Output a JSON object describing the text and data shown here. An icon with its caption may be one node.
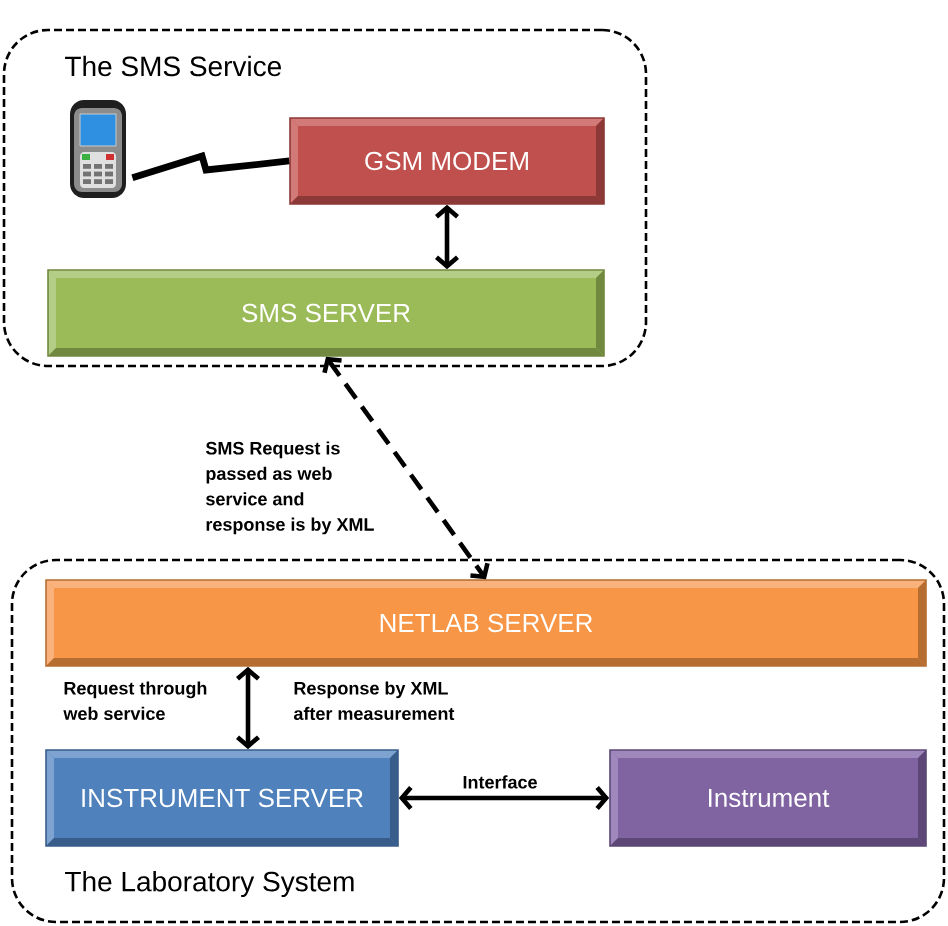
{
  "diagram": {
    "nodes": [
      {
        "text": [
          "The SMS Service"
        ]
      },
      {
        "text": [],
        "shape": "picture",
        "in": 0
      },
      {
        "text": [
          "GSM MODEM"
        ],
        "in": 0
      },
      {
        "text": [
          "SMS SERVER"
        ],
        "in": 0
      },
      {
        "text": [
          "The Laboratory System"
        ]
      },
      {
        "text": [
          "NETLAB SERVER"
        ],
        "in": 4
      },
      {
        "text": [
          "INSTRUMENT SERVER"
        ],
        "in": 4
      },
      {
        "text": [
          "Instrument"
        ],
        "in": 4
      }
    ],
    "edges": [
      {
        "from": 1,
        "to": 2,
        "arrow": "none"
      },
      {
        "from": 2,
        "to": 3,
        "arrow": "both"
      },
      {
        "from": 3,
        "to": 5,
        "arrow": "both",
        "style": "dashed",
        "label": "SMS Request is passed as web service and response is by XML"
      },
      {
        "from": 5,
        "to": 6,
        "arrow": "both",
        "label": "Request through web service"
      },
      {
        "from": 6,
        "to": 7,
        "arrow": "both",
        "label": "Interface"
      }
    ],
    "labels": [
      "Response by XML after measurement"
    ]
  }
}
